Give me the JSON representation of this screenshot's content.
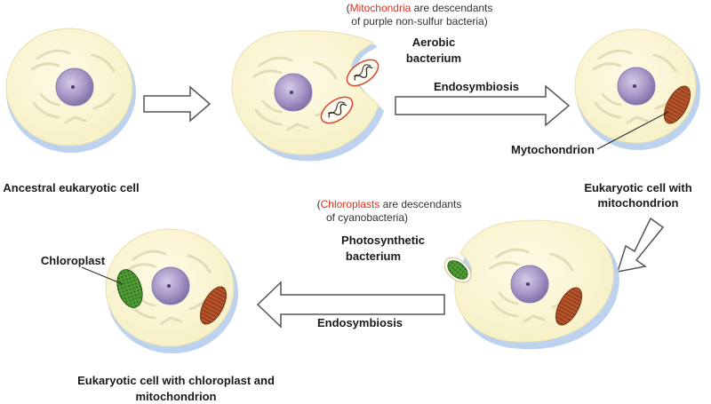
{
  "notes": {
    "mito_line1_colored": "Mitochondria",
    "mito_line1_rest": " are descendants",
    "mito_line2": "of purple non-sulfur bacteria)",
    "chloro_line1_colored": "Chloroplasts",
    "chloro_line1_rest": " are descendants",
    "chloro_line2": "of cyanobacteria)",
    "open_paren": "(",
    "highlight_color": "#e0301e"
  },
  "labels": {
    "ancestral": "Ancestral eukaryotic cell",
    "aerobic_1": "Aerobic",
    "aerobic_2": "bacterium",
    "endosymbiosis_top": "Endosymbiosis",
    "mytochondrion": "Mytochondrion",
    "euk_mito_1": "Eukaryotic cell with",
    "euk_mito_2": "mitochondrion",
    "photo_1": "Photosynthetic",
    "photo_2": "bacterium",
    "chloroplast": "Chloroplast",
    "endosymbiosis_bottom": "Endosymbiosis",
    "euk_both_1": "Eukaryotic cell with chloroplast and",
    "euk_both_2": "mitochondrion"
  },
  "colors": {
    "cytoplasm": "#fbf6d2",
    "membrane_shadow": "#bcd2ee",
    "nucleus": "#9d8fbf",
    "mitochondrion": "#b5532a",
    "chloroplast": "#3f8a2c",
    "bacterium_outline": "#d9482c"
  }
}
